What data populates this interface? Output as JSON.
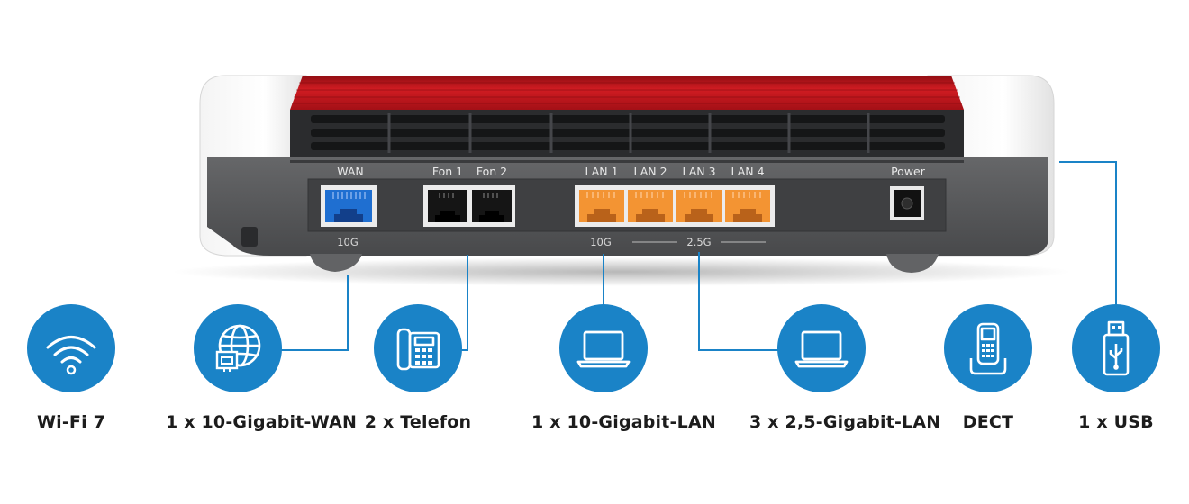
{
  "router": {
    "ports": {
      "wan": "WAN",
      "fon1": "Fon 1",
      "fon2": "Fon 2",
      "lan1": "LAN 1",
      "lan2": "LAN 2",
      "lan3": "LAN 3",
      "lan4": "LAN 4",
      "power": "Power"
    },
    "speeds": {
      "wan": "10G",
      "lan1": "10G",
      "lan_group": "2.5G"
    }
  },
  "features": [
    {
      "label": "Wi-Fi 7",
      "icon": "wifi-icon"
    },
    {
      "label": "1 x 10-Gigabit-WAN",
      "icon": "globe-icon"
    },
    {
      "label": "2 x Telefon",
      "icon": "telephone-icon"
    },
    {
      "label": "1 x 10-Gigabit-LAN",
      "icon": "laptop-icon"
    },
    {
      "label": "3 x 2,5-Gigabit-LAN",
      "icon": "laptop-icon"
    },
    {
      "label": "DECT",
      "icon": "cordless-phone-icon"
    },
    {
      "label": "1 x USB",
      "icon": "usb-stick-icon"
    }
  ],
  "colors": {
    "accent_blue": "#1a83c7",
    "router_red": "#c8161e",
    "router_body": "#555658",
    "port_wan": "#1f6fd1",
    "port_lan": "#f39433"
  }
}
